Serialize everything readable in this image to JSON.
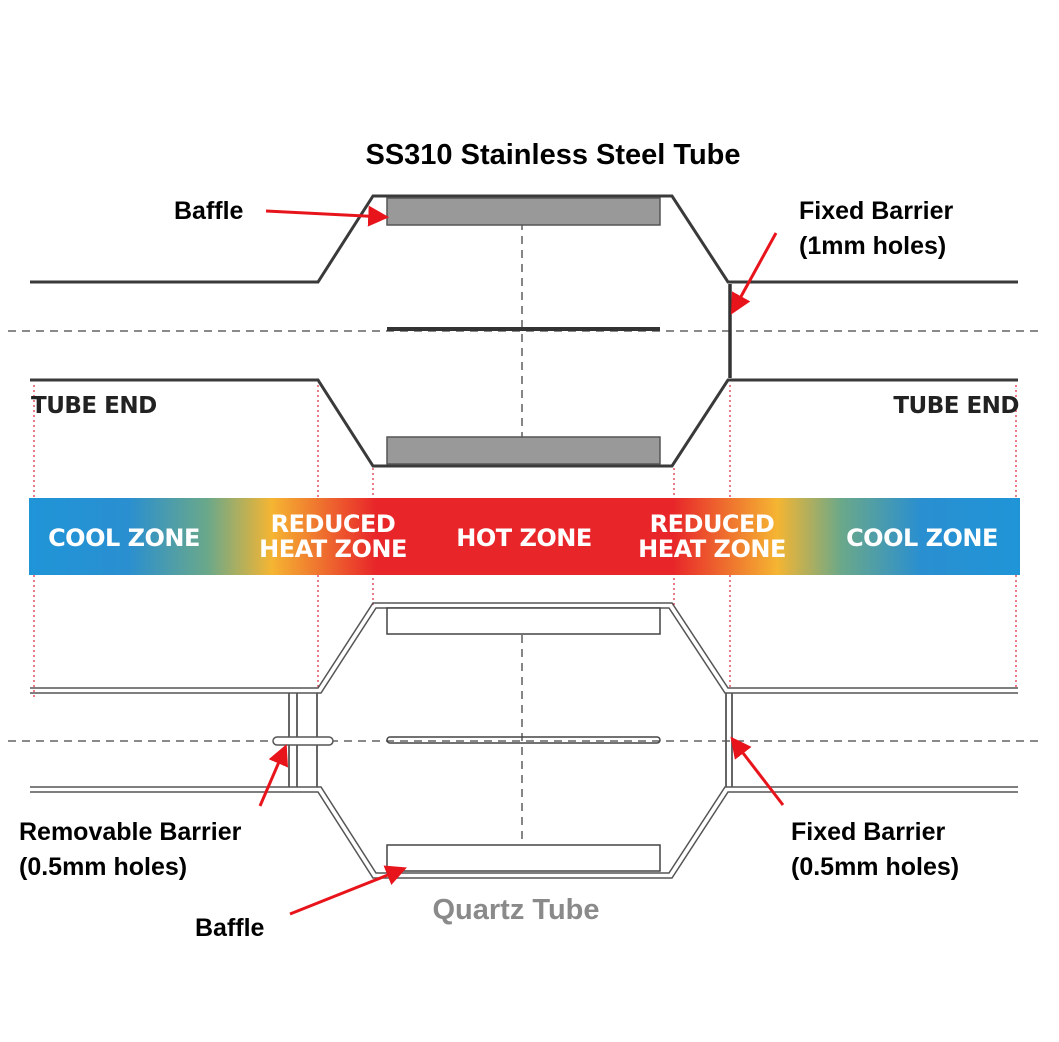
{
  "title": "SS310 Stainless Steel Tube",
  "top_labels": {
    "baffle": "Baffle",
    "fixed_barrier_line1": "Fixed Barrier",
    "fixed_barrier_line2": "(1mm holes)"
  },
  "tube_end_left": "TUBE END",
  "tube_end_right": "TUBE END",
  "zones": {
    "cool_left": "COOL ZONE",
    "reduced_left_line1": "REDUCED",
    "reduced_left_line2": "HEAT ZONE",
    "hot": "HOT ZONE",
    "reduced_right_line1": "REDUCED",
    "reduced_right_line2": "HEAT ZONE",
    "cool_right": "COOL ZONE"
  },
  "bottom_labels": {
    "removable_barrier_line1": "Removable Barrier",
    "removable_barrier_line2": "(0.5mm holes)",
    "fixed_barrier_line1": "Fixed Barrier",
    "fixed_barrier_line2": "(0.5mm holes)",
    "baffle": "Baffle",
    "quartz_tube": "Quartz Tube"
  },
  "colors": {
    "arrow": "#e8141c",
    "tube_line": "#3a3a3a",
    "baffle_fill": "#999999",
    "guide_line": "#e0243a",
    "cool": "#1f95d8",
    "reduced": "#f5b532",
    "hot": "#e8262a",
    "quartz_label": "#8a8a8a"
  }
}
